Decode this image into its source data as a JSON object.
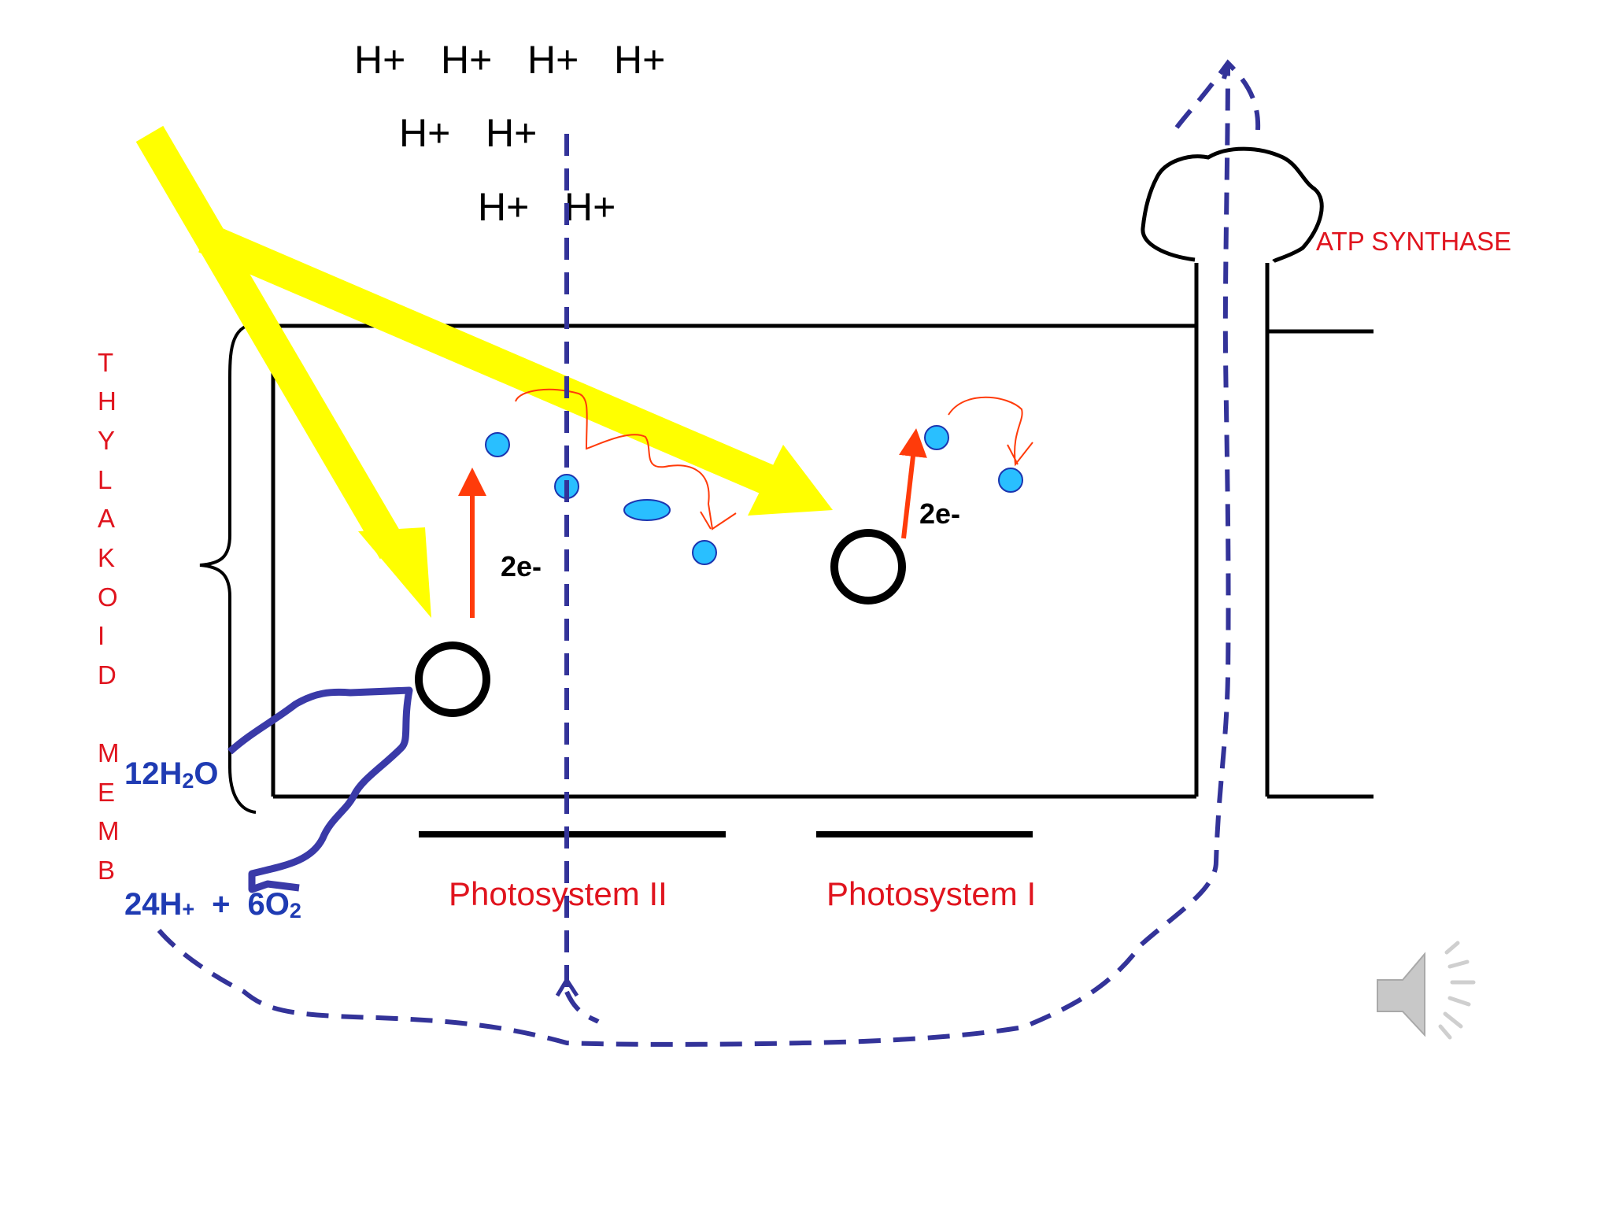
{
  "protons": {
    "row1": [
      "H+",
      "H+",
      "H+",
      "H+"
    ],
    "row2": [
      "H+",
      "H+"
    ],
    "row3": [
      "H+",
      "H+"
    ]
  },
  "electron_labels": {
    "ps2": "2e-",
    "ps1": "2e-"
  },
  "photosystems": {
    "ps2": "Photosystem II",
    "ps1": "Photosystem I"
  },
  "atp_synthase": "ATP SYNTHASE",
  "membrane_label": [
    "T",
    "H",
    "Y",
    "L",
    "A",
    "K",
    "O",
    "I",
    "D",
    "",
    "M",
    "E",
    "M",
    "B"
  ],
  "water": {
    "coef": "12H",
    "sub": "2",
    "tail": "O"
  },
  "products": {
    "h": "24H",
    "hsub": "+",
    "plus": "+",
    "o2": "6O",
    "osub": "2"
  },
  "colors": {
    "light": "#ffff00",
    "electron_arrow": "#ff3b0a",
    "proton_path": "#333399",
    "carrier_fill": "#29bfff",
    "label_red": "#e0141e",
    "chem_blue": "#1f3bb3"
  },
  "icons": [
    "speaker-icon"
  ]
}
